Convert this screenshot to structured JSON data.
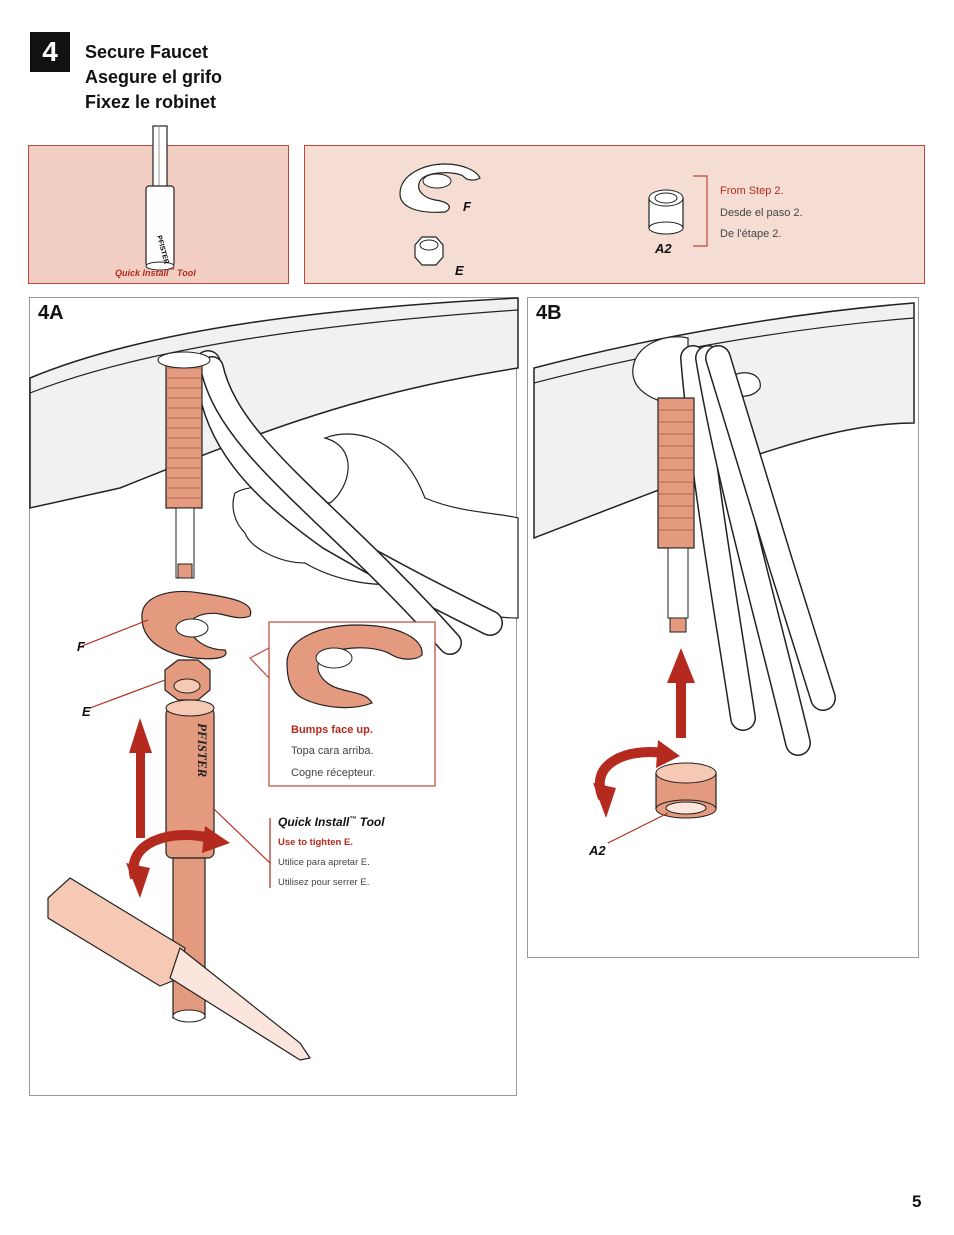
{
  "step": {
    "number": "4",
    "titles": [
      "Secure Faucet",
      "Asegure el grifo",
      "Fixez le robinet"
    ]
  },
  "tool_box": {
    "caption_main": "Quick Install",
    "caption_tm": "™",
    "caption_end": " Tool"
  },
  "parts_box": {
    "label_f": "F",
    "label_e": "E",
    "label_a2": "A2",
    "note": [
      "From Step 2.",
      "Desde el paso 2.",
      "De l'étape 2."
    ]
  },
  "panel_4a": {
    "label": "4A",
    "callout_f": "F",
    "callout_e": "E",
    "bumps_note": [
      "Bumps face up.",
      "Topa cara arriba.",
      "Cogne récepteur."
    ],
    "tool_title_main": "Quick Install",
    "tool_title_tm": "™",
    "tool_title_end": " Tool",
    "tool_note": [
      "Use to tighten E.",
      "Utilice para apretar E.",
      "Utilisez pour serrer E."
    ]
  },
  "panel_4b": {
    "label": "4B",
    "callout_a2": "A2"
  },
  "page_number": "5",
  "colors": {
    "accent_red": "#b52a1f",
    "copper": "#e39a7e",
    "box_fill": "#f6ddd3",
    "box_border": "#c0473a"
  }
}
